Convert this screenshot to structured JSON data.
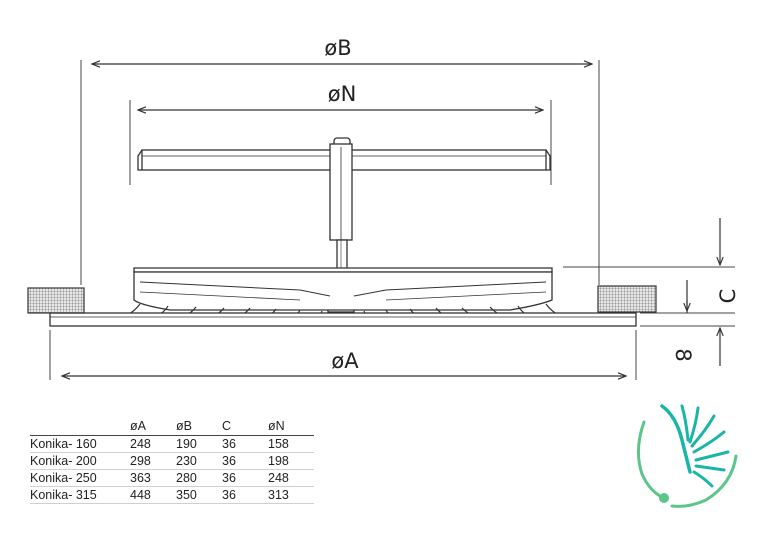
{
  "drawing": {
    "labels": {
      "diameter_b": "øB",
      "diameter_n": "øN",
      "diameter_a": "øA",
      "height_c": "C",
      "flange": "8"
    }
  },
  "table": {
    "headers": [
      "",
      "øA",
      "øB",
      "C",
      "øN"
    ],
    "rows": [
      [
        "Konika- 160",
        "248",
        "190",
        "36",
        "158"
      ],
      [
        "Konika- 200",
        "298",
        "230",
        "36",
        "198"
      ],
      [
        "Konika- 250",
        "363",
        "280",
        "36",
        "248"
      ],
      [
        "Konika- 315",
        "448",
        "350",
        "36",
        "313"
      ]
    ]
  },
  "logo": {
    "colors": {
      "teal": "#1bb5a8",
      "green": "#5cc58a"
    }
  }
}
